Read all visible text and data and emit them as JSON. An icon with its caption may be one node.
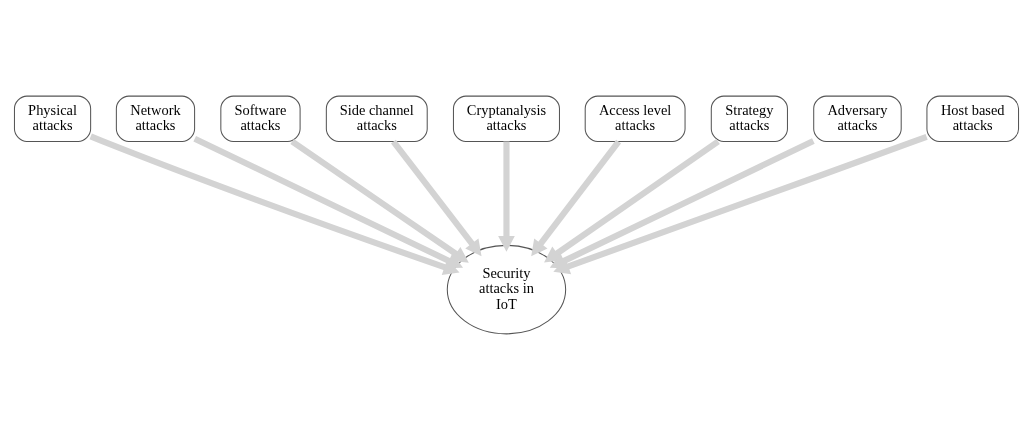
{
  "diagram": {
    "nodes": [
      {
        "text": [
          "Physical attacks"
        ]
      },
      {
        "text": [
          "Network attacks"
        ]
      },
      {
        "text": [
          "Software attacks"
        ]
      },
      {
        "text": [
          "Side channel attacks"
        ]
      },
      {
        "text": [
          "Cryptanalysis attacks"
        ]
      },
      {
        "text": [
          "Access level attacks"
        ]
      },
      {
        "text": [
          "Strategy attacks"
        ]
      },
      {
        "text": [
          "Adversary attacks"
        ]
      },
      {
        "text": [
          "Host based attacks"
        ]
      },
      {
        "text": [
          "Security attacks in IoT"
        ]
      }
    ],
    "edges": [
      {
        "from": 0,
        "to": 9,
        "arrow": "to"
      },
      {
        "from": 1,
        "to": 9,
        "arrow": "to"
      },
      {
        "from": 2,
        "to": 9,
        "arrow": "to"
      },
      {
        "from": 3,
        "to": 9,
        "arrow": "to"
      },
      {
        "from": 4,
        "to": 9,
        "arrow": "to"
      },
      {
        "from": 5,
        "to": 9,
        "arrow": "to"
      },
      {
        "from": 6,
        "to": 9,
        "arrow": "to"
      },
      {
        "from": 7,
        "to": 9,
        "arrow": "to"
      },
      {
        "from": 8,
        "to": 9,
        "arrow": "to"
      }
    ]
  }
}
